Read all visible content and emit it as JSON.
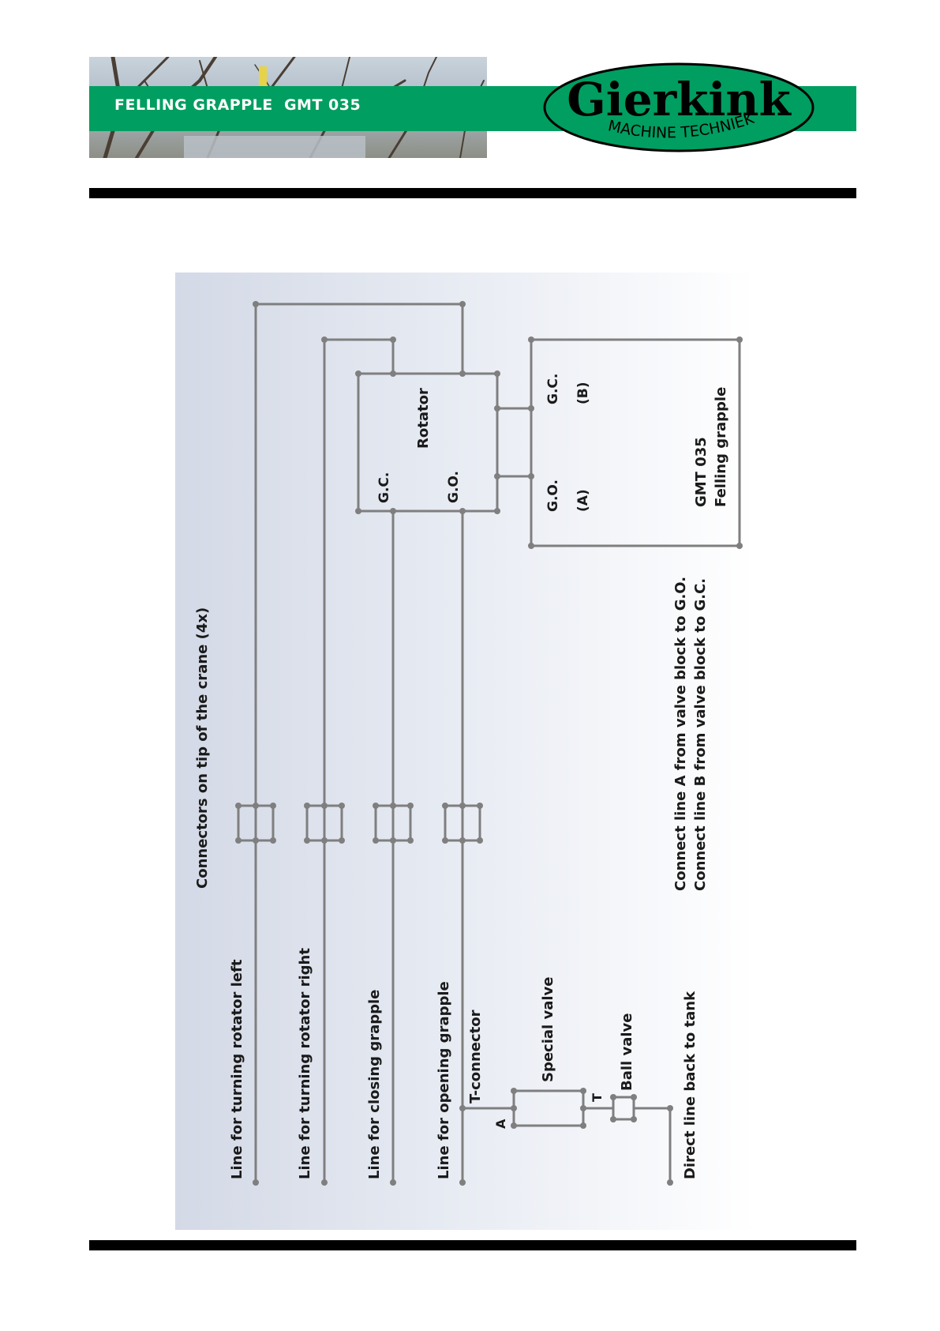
{
  "header": {
    "title": "FELLING GRAPPLE  GMT 035",
    "logo_text": "Gierkink",
    "logo_subtext": "MACHINE TECHNIEK",
    "brand_color": "#009e60"
  },
  "diagram": {
    "crane_connectors": "Connectors on tip of the crane (4x)",
    "line_rotator_left": "Line for turning rotator left",
    "line_rotator_right": "Line for turning rotator right",
    "line_closing": "Line for closing grapple",
    "line_opening": "Line for opening grapple",
    "t_connector": "T-connector",
    "special_valve": "Special valve",
    "port_a": "A",
    "port_t": "T",
    "ball_valve": "Ball valve",
    "direct_line": "Direct line back to tank",
    "rotator": "Rotator",
    "rotator_gc": "G.C.",
    "rotator_go": "G.O.",
    "grapple_gc": "G.C.",
    "grapple_b": "(B)",
    "grapple_go": "G.O.",
    "grapple_a": "(A)",
    "grapple_model": "GMT 035",
    "grapple_name": "Felling grapple",
    "note_line_a": "Connect line A from valve block to G.O.",
    "note_line_b": "Connect line B from valve block to G.C."
  }
}
